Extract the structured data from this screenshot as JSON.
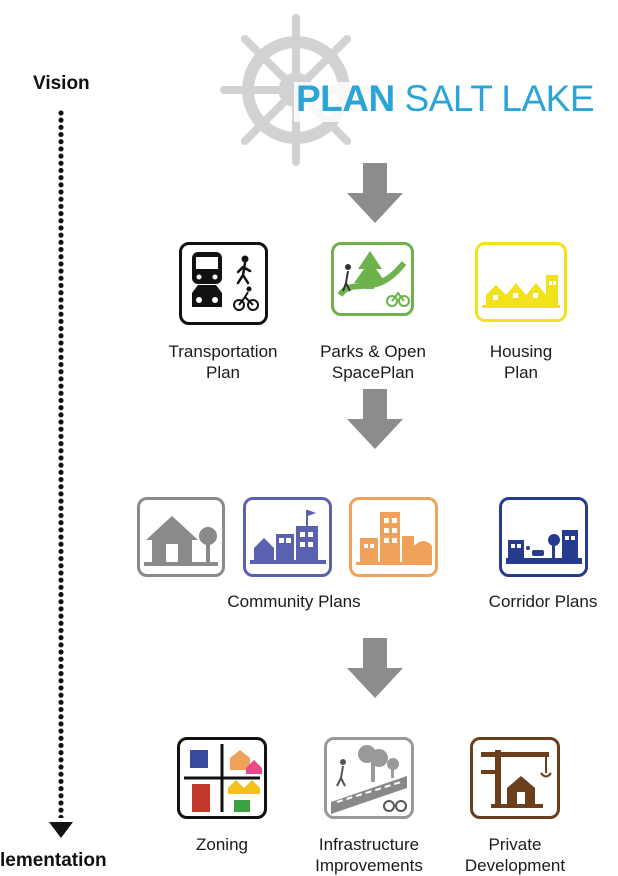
{
  "vision_label": "Vision",
  "implementation_label": "lementation",
  "logo": {
    "bold": "PLAN",
    "light": " SALT LAKE",
    "accent": "#2ba4d8"
  },
  "colors": {
    "transportation": "#111111",
    "parks": "#6db24a",
    "housing": "#f2e21a",
    "community_gray": "#8a8a8a",
    "community_blue": "#5a62b0",
    "community_orange": "#f0a25a",
    "corridor": "#263b8e",
    "zoning": "#111111",
    "infrastructure": "#999999",
    "private": "#6b3e1c",
    "arrow": "#8c8c8c"
  },
  "level1": [
    {
      "icon": "transportation-icon",
      "caption": "Transportation\nPlan"
    },
    {
      "icon": "parks-open-space-icon",
      "caption": "Parks & Open\nSpacePlan"
    },
    {
      "icon": "housing-icon",
      "caption": "Housing\nPlan"
    }
  ],
  "level2": {
    "community_caption": "Community Plans",
    "corridor_caption": "Corridor Plans",
    "icons": [
      "house-icon",
      "neighborhood-icon",
      "downtown-icon",
      "corridor-icon"
    ]
  },
  "level3": [
    {
      "icon": "zoning-icon",
      "caption": "Zoning"
    },
    {
      "icon": "infrastructure-icon",
      "caption": "Infrastructure\nImprovements"
    },
    {
      "icon": "construction-crane-icon",
      "caption": "Private\nDevelopment"
    }
  ]
}
